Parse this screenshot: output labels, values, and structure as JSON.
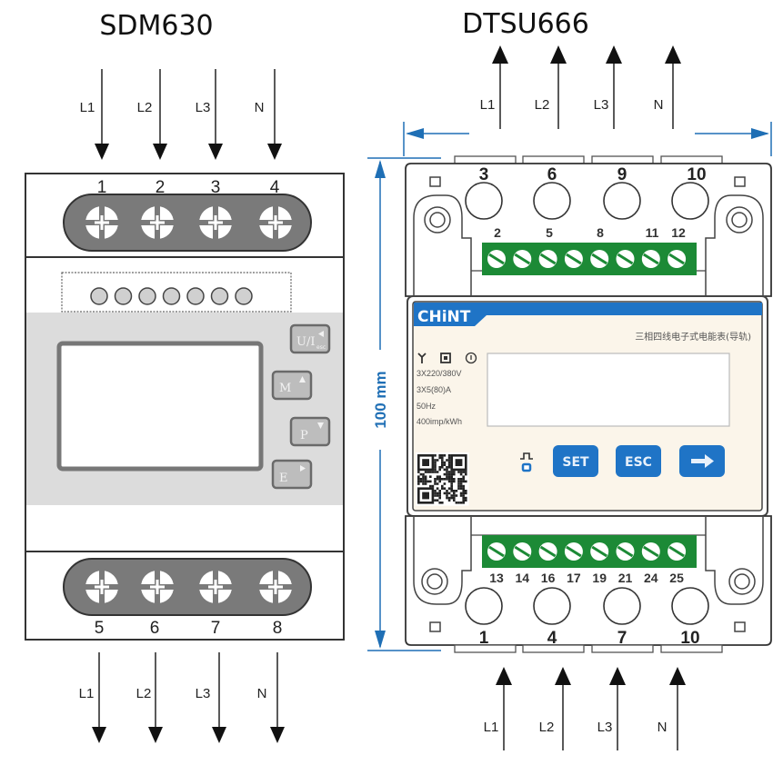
{
  "left_meter": {
    "title": "SDM630",
    "input_wires": [
      "L1",
      "L2",
      "L3",
      "N"
    ],
    "top_terminals": [
      "1",
      "2",
      "3",
      "4"
    ],
    "bottom_terminals": [
      "5",
      "6",
      "7",
      "8"
    ],
    "output_wires": [
      "L1",
      "L2",
      "L3",
      "N"
    ],
    "keys": [
      {
        "label": "U/I",
        "sub": "esc",
        "icon": "triangle-left"
      },
      {
        "label": "M",
        "icon": "triangle-up"
      },
      {
        "label": "P",
        "icon": "triangle-down"
      },
      {
        "label": "E",
        "icon": "triangle-right"
      }
    ],
    "led_count": 7
  },
  "right_meter": {
    "title": "DTSU666",
    "output_wires": [
      "L1",
      "L2",
      "L3",
      "N"
    ],
    "top_large_terminals": [
      "3",
      "6",
      "9",
      "10"
    ],
    "top_small_terminals": [
      "2",
      "5",
      "8",
      "11",
      "12"
    ],
    "bottom_small_terminals": [
      "13",
      "14",
      "16",
      "17",
      "19",
      "21",
      "24",
      "25"
    ],
    "bottom_large_terminals": [
      "1",
      "4",
      "7",
      "10"
    ],
    "input_wires": [
      "L1",
      "L2",
      "L3",
      "N"
    ],
    "brand": "CHiNT",
    "product_name_cn": "三相四线电子式电能表(导轨)",
    "specs": [
      "3X220/380V",
      "3X5(80)A",
      "50Hz",
      "400imp/kWh"
    ],
    "buttons": {
      "set": "SET",
      "esc": "ESC",
      "next_icon": "arrow-right"
    },
    "dimension_label": "100 mm",
    "colors": {
      "accent_blue": "#1f74c6",
      "terminal_green": "#1c8a36",
      "panel_cream": "#fbf5ea"
    }
  }
}
